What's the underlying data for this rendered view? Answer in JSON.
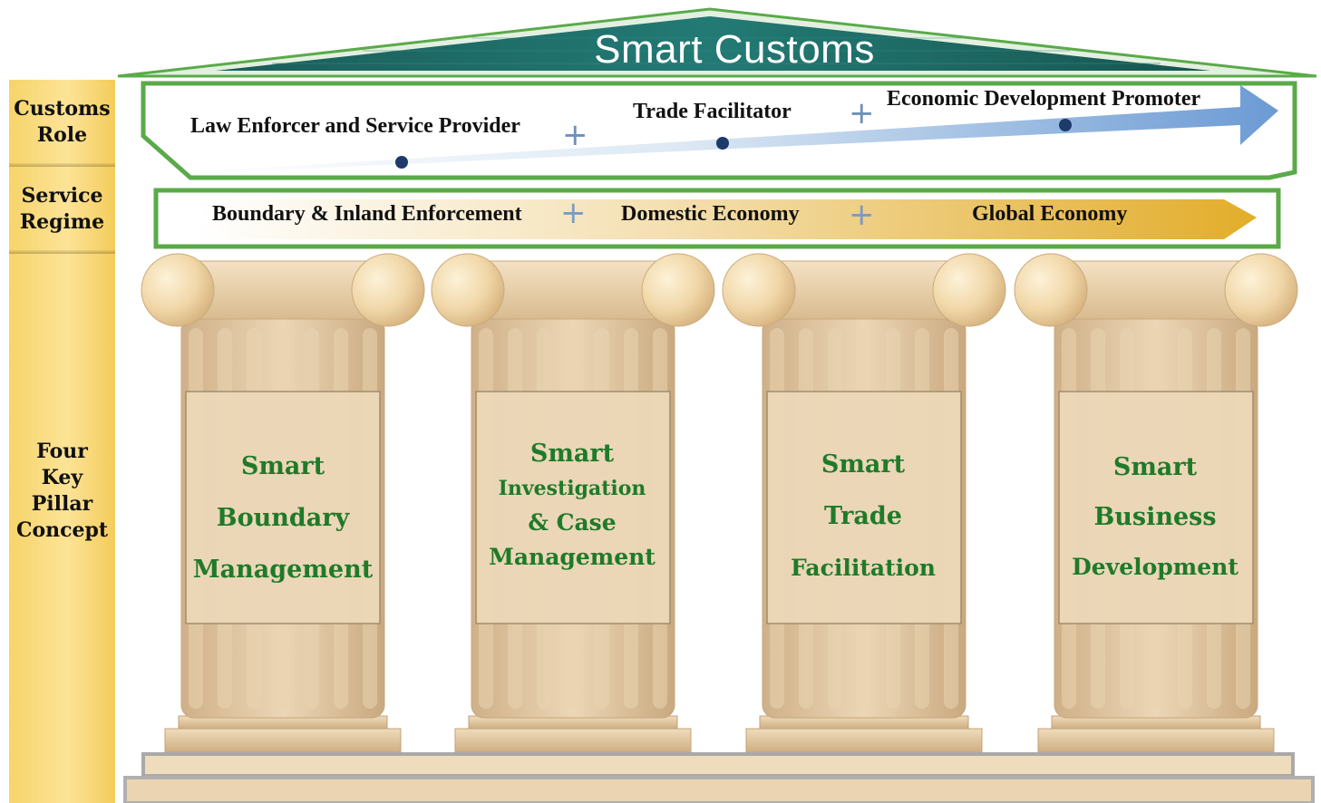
{
  "title": "Smart Customs",
  "side_labels": {
    "customs_role": "Customs\nRole",
    "service_regime": "Service\nRegime",
    "pillar_concept": "Four\nKey\nPillar\nConcept"
  },
  "customs_role": {
    "items": [
      "Law Enforcer and Service Provider",
      "Trade Facilitator",
      "Economic Development Promoter"
    ],
    "plus": "+"
  },
  "service_regime": {
    "items": [
      "Boundary & Inland Enforcement",
      "Domestic Economy",
      "Global Economy"
    ],
    "plus": "+"
  },
  "pillars": [
    {
      "lines": [
        "Smart",
        "Boundary",
        "Management"
      ]
    },
    {
      "lines": [
        "Smart",
        "Investigation",
        "& Case",
        "Management"
      ]
    },
    {
      "lines": [
        "Smart",
        "Trade",
        "Facilitation"
      ]
    },
    {
      "lines": [
        "Smart",
        "Business",
        "Development"
      ]
    }
  ],
  "colors": {
    "roof_teal": "#1d6f6a",
    "frame_green": "#5aaa4a",
    "pillar_text": "#1f7a2a",
    "side_gold": "#f6d46a",
    "arrow_blue": "#5b8fcf",
    "arrow_gold": "#e2ad2a",
    "stone": "#e6cca6"
  }
}
